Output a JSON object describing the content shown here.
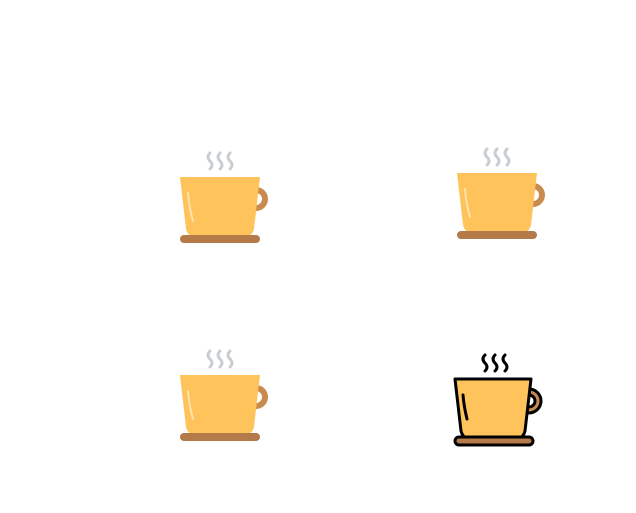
{
  "icons": [
    {
      "name": "coffee-cup-icon",
      "style": "flat"
    },
    {
      "name": "coffee-cup-icon",
      "style": "flat"
    },
    {
      "name": "coffee-cup-icon",
      "style": "flat"
    },
    {
      "name": "coffee-cup-icon",
      "style": "outlined"
    }
  ],
  "colors": {
    "cup": "#FFC35C",
    "handle": "#C98A4E",
    "saucer": "#B57A4A",
    "steam": "#C9CED2",
    "outline": "#000000",
    "highlight": "#FFE3A8",
    "background": "#FFFFFF"
  }
}
